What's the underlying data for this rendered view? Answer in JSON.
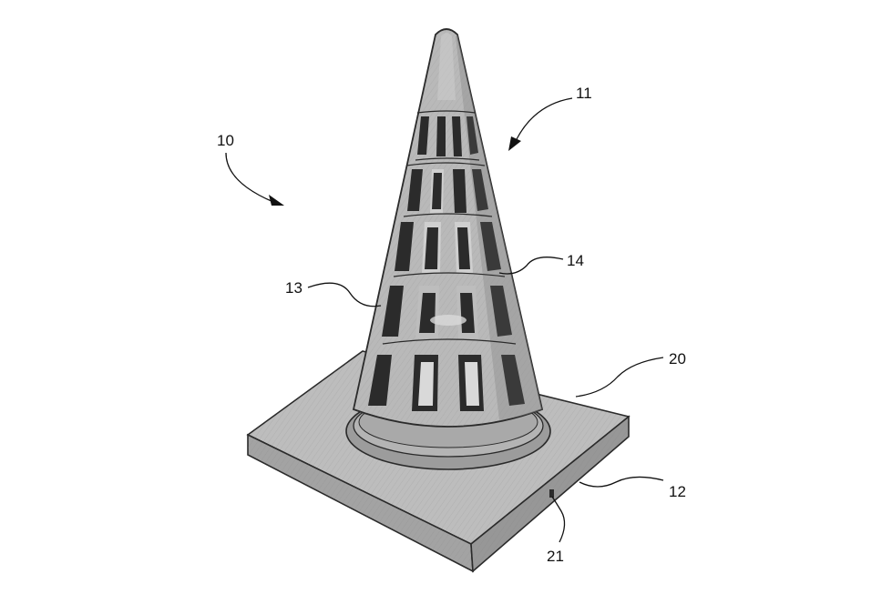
{
  "figure": {
    "colors": {
      "cone_fill": "#b9b9b9",
      "cone_shade": "#8e8e8e",
      "base_top": "#bdbdbd",
      "base_side": "#a3a3a3",
      "window_dark": "#2b2b2b",
      "window_light": "#dcdcdc",
      "outline": "#2a2a2a"
    },
    "reference_numerals": {
      "assembly": "10",
      "cone_body": "11",
      "base_plate": "12",
      "vertical_rib": "13",
      "horizontal_ring": "14",
      "base_top_surface": "20",
      "base_notch": "21"
    }
  }
}
